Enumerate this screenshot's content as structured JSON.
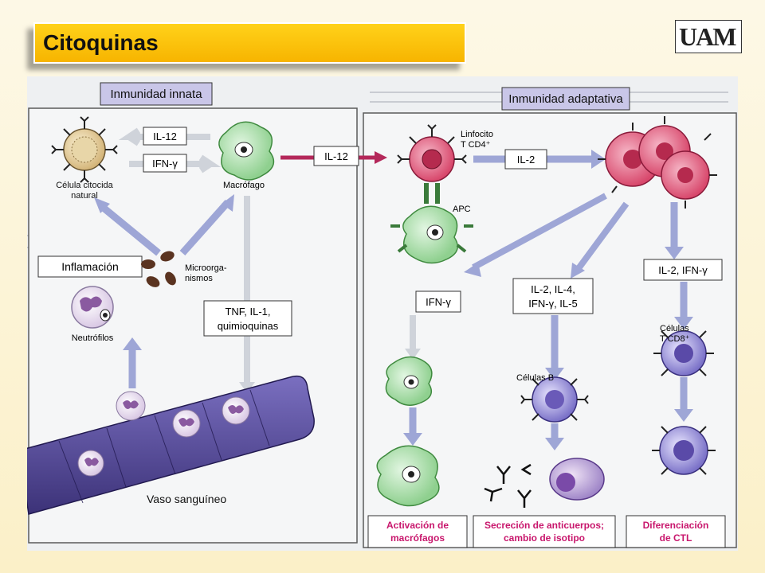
{
  "slide": {
    "title": "Citoquinas"
  },
  "logo": {
    "text": "UAM"
  },
  "panels": {
    "innate": "Inmunidad innata",
    "adaptive": "Inmunidad adaptativa"
  },
  "innate": {
    "il12": "IL-12",
    "ifn": "IFN-γ",
    "nk_line1": "Célula citocida",
    "nk_line2": "natural",
    "macrophage": "Macrófago",
    "inflammation": "Inflamación",
    "microbes_line1": "Microorga-",
    "microbes_line2": "nismos",
    "neutrophils": "Neutrófilos",
    "tnf_line1": "TNF, IL-1,",
    "tnf_line2": "quimioquinas",
    "vessel": "Vaso sanguíneo"
  },
  "bridge": {
    "il12": "IL-12"
  },
  "adaptive": {
    "cd4_line1": "Linfocito",
    "cd4_line2": "T CD4⁺",
    "apc": "APC",
    "il2": "IL-2",
    "il2_ifn": "IL-2, IFN-γ",
    "ifn": "IFN-γ",
    "mix_line1": "IL-2, IL-4,",
    "mix_line2": "IFN-γ, IL-5",
    "cd8_line1": "Células",
    "cd8_line2": "T CD8⁺",
    "bcells": "Células B"
  },
  "outcomes": {
    "mac_line1": "Activación de",
    "mac_line2": "macrófagos",
    "ab_line1": "Secreción de anticuerpos;",
    "ab_line2": "cambio de isotipo",
    "ctl_line1": "Diferenciación",
    "ctl_line2": "de CTL"
  },
  "colors": {
    "title_bar": "#f7b400",
    "label_box": "#c9c6e8",
    "arrow": "#9ea6d6",
    "outcome_text": "#c8166c",
    "cd4_cell": "#d8486c",
    "macrophage": "#8fd08f",
    "cd8_cell": "#7b72c8",
    "vessel": "#4a3f8a"
  }
}
